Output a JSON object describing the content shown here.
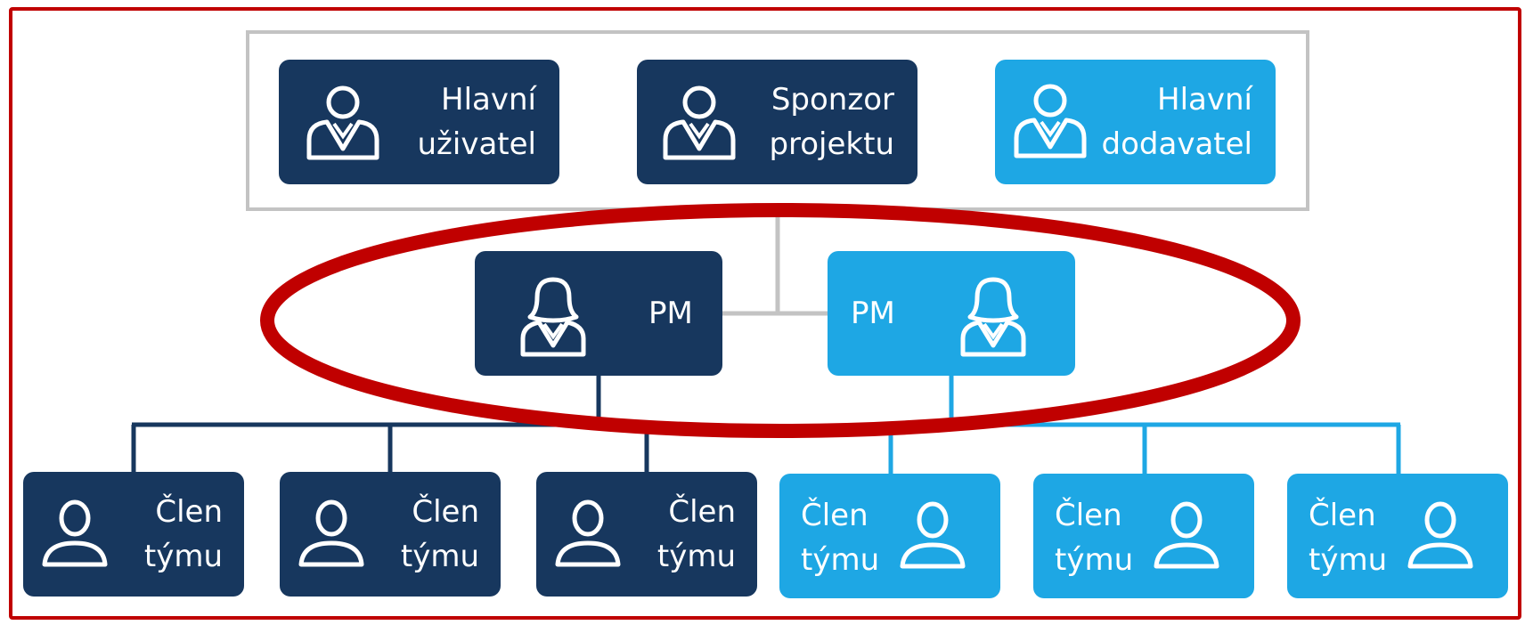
{
  "colors": {
    "navy": "#17375e",
    "sky": "#1ea7e4",
    "frame_red": "#c00000",
    "group_gray": "#c3c3c3",
    "highlight_red": "#c00000"
  },
  "top_row": [
    {
      "label": "Hlavní\nuživatel",
      "icon": "man-person-icon",
      "color": "navy"
    },
    {
      "label": "Sponzor\nprojektu",
      "icon": "man-person-icon",
      "color": "navy"
    },
    {
      "label": "Hlavní\ndodavatel",
      "icon": "man-person-icon",
      "color": "sky"
    }
  ],
  "middle_row": [
    {
      "label": "PM",
      "icon": "woman-person-icon",
      "color": "navy"
    },
    {
      "label": "PM",
      "icon": "woman-person-icon",
      "color": "sky"
    }
  ],
  "bottom_row": [
    {
      "label": "Člen\ntýmu",
      "icon": "person-icon",
      "color": "navy"
    },
    {
      "label": "Člen\ntýmu",
      "icon": "person-icon",
      "color": "navy"
    },
    {
      "label": "Člen\ntýmu",
      "icon": "person-icon",
      "color": "navy"
    },
    {
      "label": "Člen\ntýmu",
      "icon": "person-icon",
      "color": "sky"
    },
    {
      "label": "Člen\ntýmu",
      "icon": "person-icon",
      "color": "sky"
    },
    {
      "label": "Člen\ntýmu",
      "icon": "person-icon",
      "color": "sky"
    }
  ]
}
